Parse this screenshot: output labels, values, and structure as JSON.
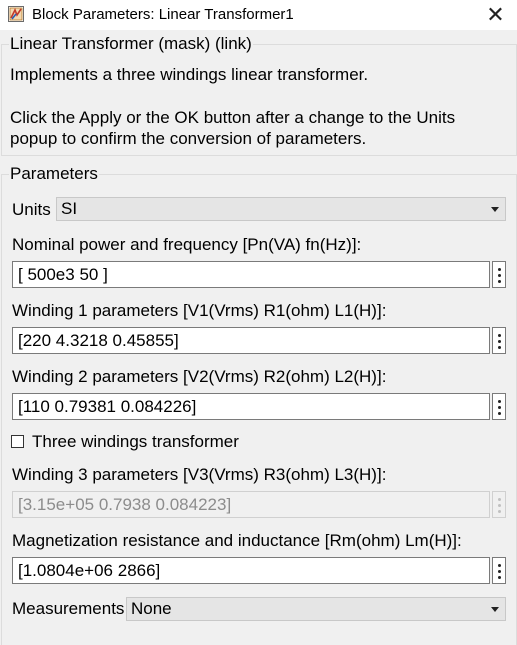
{
  "window": {
    "title": "Block Parameters: Linear Transformer1",
    "close_glyph": "✕"
  },
  "mask": {
    "legend": "Linear Transformer (mask) (link)",
    "description_line1": "Implements a three windings linear transformer.",
    "description_line2": "Click the Apply or the OK button after a change to the Units",
    "description_line3": "popup to confirm the conversion of parameters."
  },
  "parameters": {
    "legend": "Parameters",
    "units_label": "Units",
    "units_value": "SI",
    "nominal_label": "Nominal power and frequency [Pn(VA) fn(Hz)]:",
    "nominal_value": "[ 500e3 50 ]",
    "winding1_label": "Winding 1 parameters [V1(Vrms) R1(ohm) L1(H)]:",
    "winding1_value": "[220 4.3218 0.45855]",
    "winding2_label": "Winding 2 parameters [V2(Vrms) R2(ohm) L2(H)]:",
    "winding2_value": "[110 0.79381 0.084226]",
    "three_windings_label": "Three windings transformer",
    "three_windings_checked": false,
    "winding3_label": "Winding 3 parameters [V3(Vrms) R3(ohm) L3(H)]:",
    "winding3_value": "[3.15e+05 0.7938 0.084223]",
    "magnetization_label": "Magnetization resistance and inductance [Rm(ohm) Lm(H)]:",
    "magnetization_value": "[1.0804e+06 2866]",
    "measurements_label": "Measurements",
    "measurements_value": "None"
  },
  "icons": {
    "app": "simulink-block-icon",
    "close": "close-icon",
    "dropdown": "chevron-down-icon",
    "more": "vertical-ellipsis-icon"
  }
}
